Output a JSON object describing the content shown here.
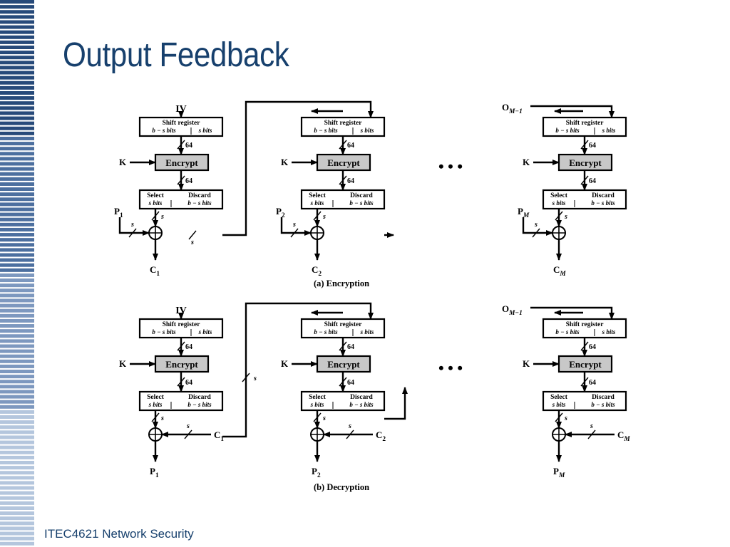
{
  "slide": {
    "title": "Output Feedback",
    "footer": "ITEC4621 Network Security",
    "stripe_colors": [
      "#274a7a",
      "#4c6f9f",
      "#7d98bf",
      "#b4c6dd"
    ]
  },
  "labels": {
    "iv": "IV",
    "om_base": "O",
    "om_sub": "M−1",
    "shift_register": "Shift register",
    "b_minus_s_bits": "b − s bits",
    "s_bits": "s bits",
    "encrypt": "Encrypt",
    "select": "Select",
    "discard": "Discard",
    "k": "K",
    "n64": "64",
    "s": "s",
    "ellipsis": "• • •",
    "p": "P",
    "c": "C",
    "sub1": "1",
    "sub2": "2",
    "subM": "M",
    "caption_encryption": "(a) Encryption",
    "caption_decryption": "(b) Decryption"
  },
  "colors": {
    "encrypt_fill": "#c8c8c8",
    "title": "#17406d"
  }
}
